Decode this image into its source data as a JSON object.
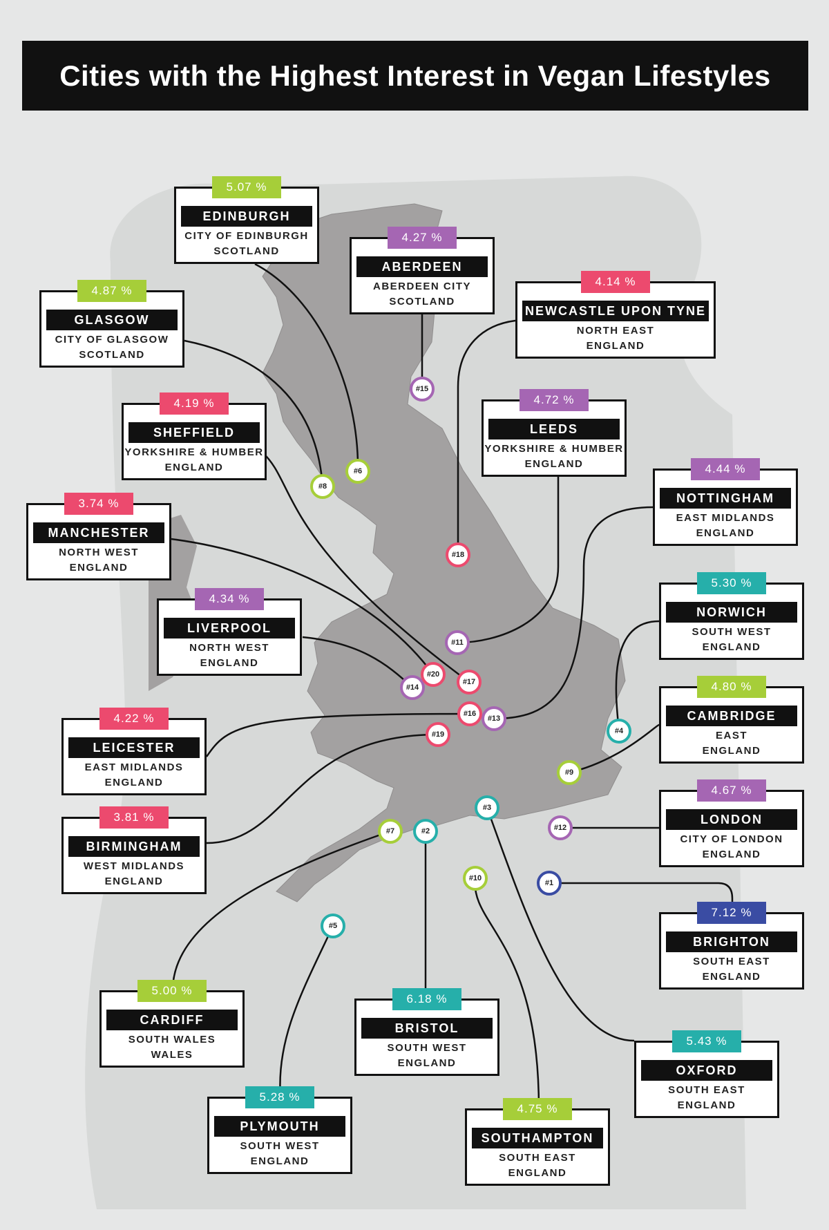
{
  "title": "Cities with the Highest Interest in Vegan Lifestyles",
  "colors": {
    "green": "#a6ce39",
    "purple": "#a566b3",
    "pink": "#ec4a6e",
    "teal": "#26afaa",
    "navy": "#3a4ca3",
    "land": "#a3a1a1",
    "background": "#e6e7e7"
  },
  "cities": [
    {
      "rank": "#1",
      "name": "BRIGHTON",
      "pct": "7.12 %",
      "region": "SOUTH EAST",
      "country": "ENGLAND",
      "color": "navy"
    },
    {
      "rank": "#2",
      "name": "BRISTOL",
      "pct": "6.18 %",
      "region": "SOUTH WEST",
      "country": "ENGLAND",
      "color": "teal"
    },
    {
      "rank": "#3",
      "name": "OXFORD",
      "pct": "5.43 %",
      "region": "SOUTH EAST",
      "country": "ENGLAND",
      "color": "teal"
    },
    {
      "rank": "#4",
      "name": "NORWICH",
      "pct": "5.30 %",
      "region": "SOUTH WEST",
      "country": "ENGLAND",
      "color": "teal"
    },
    {
      "rank": "#5",
      "name": "PLYMOUTH",
      "pct": "5.28 %",
      "region": "SOUTH WEST",
      "country": "ENGLAND",
      "color": "teal"
    },
    {
      "rank": "#6",
      "name": "EDINBURGH",
      "pct": "5.07 %",
      "region": "CITY OF EDINBURGH",
      "country": "SCOTLAND",
      "color": "green"
    },
    {
      "rank": "#7",
      "name": "CARDIFF",
      "pct": "5.00 %",
      "region": "SOUTH WALES",
      "country": "WALES",
      "color": "green"
    },
    {
      "rank": "#8",
      "name": "GLASGOW",
      "pct": "4.87 %",
      "region": "CITY OF GLASGOW",
      "country": "SCOTLAND",
      "color": "green"
    },
    {
      "rank": "#9",
      "name": "CAMBRIDGE",
      "pct": "4.80 %",
      "region": "EAST",
      "country": "ENGLAND",
      "color": "green"
    },
    {
      "rank": "#10",
      "name": "SOUTHAMPTON",
      "pct": "4.75 %",
      "region": "SOUTH EAST",
      "country": "ENGLAND",
      "color": "green"
    },
    {
      "rank": "#11",
      "name": "LEEDS",
      "pct": "4.72 %",
      "region": "YORKSHIRE & HUMBER",
      "country": "ENGLAND",
      "color": "purple"
    },
    {
      "rank": "#12",
      "name": "LONDON",
      "pct": "4.67 %",
      "region": "CITY OF LONDON",
      "country": "ENGLAND",
      "color": "purple"
    },
    {
      "rank": "#13",
      "name": "NOTTINGHAM",
      "pct": "4.44 %",
      "region": "EAST MIDLANDS",
      "country": "ENGLAND",
      "color": "purple"
    },
    {
      "rank": "#14",
      "name": "LIVERPOOL",
      "pct": "4.34 %",
      "region": "NORTH WEST",
      "country": "ENGLAND",
      "color": "purple"
    },
    {
      "rank": "#15",
      "name": "ABERDEEN",
      "pct": "4.27 %",
      "region": "ABERDEEN CITY",
      "country": "SCOTLAND",
      "color": "purple"
    },
    {
      "rank": "#16",
      "name": "LEICESTER",
      "pct": "4.22 %",
      "region": "EAST MIDLANDS",
      "country": "ENGLAND",
      "color": "pink"
    },
    {
      "rank": "#17",
      "name": "SHEFFIELD",
      "pct": "4.19 %",
      "region": "YORKSHIRE & HUMBER",
      "country": "ENGLAND",
      "color": "pink"
    },
    {
      "rank": "#18",
      "name": "NEWCASTLE UPON TYNE",
      "pct": "4.14 %",
      "region": "NORTH EAST",
      "country": "ENGLAND",
      "color": "pink"
    },
    {
      "rank": "#19",
      "name": "BIRMINGHAM",
      "pct": "3.81 %",
      "region": "WEST MIDLANDS",
      "country": "ENGLAND",
      "color": "pink"
    },
    {
      "rank": "#20",
      "name": "MANCHESTER",
      "pct": "3.74 %",
      "region": "NORTH WEST",
      "country": "ENGLAND",
      "color": "pink"
    }
  ]
}
